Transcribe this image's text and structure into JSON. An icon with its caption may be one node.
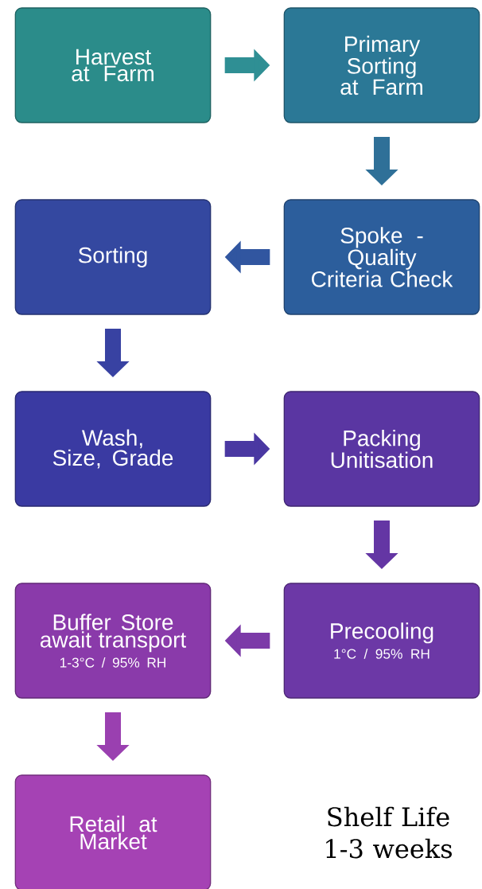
{
  "diagram": {
    "nodes": [
      {
        "text": [
          "Harvest at Farm"
        ]
      },
      {
        "text": [
          "Primary Sorting at Farm"
        ]
      },
      {
        "text": [
          "Sorting"
        ]
      },
      {
        "text": [
          "Spoke - Quality Criteria Check"
        ]
      },
      {
        "text": [
          "Wash, Size, Grade"
        ]
      },
      {
        "text": [
          "Packing Unitisation"
        ]
      },
      {
        "text": [
          "Buffer Store await transport",
          "1-3°C / 95% RH"
        ]
      },
      {
        "text": [
          "Precooling",
          "1°C / 95% RH"
        ]
      },
      {
        "text": [
          "Retail at Market"
        ]
      }
    ],
    "edges": [
      {
        "from": 0,
        "to": 1,
        "arrow": "to",
        "color": "#2f8f94"
      },
      {
        "from": 1,
        "to": 3,
        "arrow": "to",
        "color": "#2f7098"
      },
      {
        "from": 3,
        "to": 2,
        "arrow": "to",
        "color": "#3156a0"
      },
      {
        "from": 2,
        "to": 4,
        "arrow": "to",
        "color": "#3842a2"
      },
      {
        "from": 4,
        "to": 5,
        "arrow": "to",
        "color": "#4a38a2"
      },
      {
        "from": 5,
        "to": 7,
        "arrow": "to",
        "color": "#6436a4"
      },
      {
        "from": 7,
        "to": 6,
        "arrow": "to",
        "color": "#7c3aa8"
      },
      {
        "from": 6,
        "to": 8,
        "arrow": "to",
        "color": "#9a40b0"
      }
    ],
    "labels": [
      "Shelf Life 1-3 weeks"
    ]
  }
}
